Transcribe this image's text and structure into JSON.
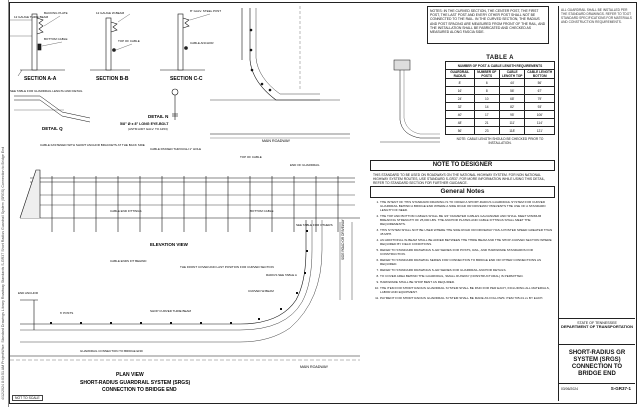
{
  "sidebar_text": "4/12/2024 8:03:51 AM   ProjectWise: Standard Drawings Library Roadway Standards S-GR37 Short Radius Guardrail System (SRGS) Connection to Bridge End",
  "sections": {
    "a_label": "SECTION A-A",
    "b_label": "SECTION B-B",
    "c_label": "SECTION C-C",
    "detail_q": "DETAIL Q",
    "detail_n": "DETAIL N",
    "detail_n_sub": "5/8\" Ø x 8\" LONG EYE-BOLT",
    "detail_n_sub2": "(ASTM A307 GALV. TO A153)",
    "detail_q_sub": "SEE TABLE FOR GUARDRAIL LENGTH AND DETAIL",
    "elevation_view": "ELEVATION VIEW",
    "plan_view": "PLAN VIEW",
    "plan_title_1": "SHORT-RADIUS GUARDRAIL SYSTEM (SRGS)",
    "plan_title_2": "CONNECTION TO BRIDGE END",
    "main_roadway": "MAIN ROADWAY",
    "side_road": "SIDE ROAD OR DRIVEWAY",
    "guardrail_conn": "GUARDRAIL CONNECTION TO BRIDGE END",
    "end_anchor": "END ANCHOR"
  },
  "callouts": {
    "a1": "12 GAUGE THRIE BEAM",
    "a2": "BACKING PLATE",
    "a3": "12 GAUGE W-BEAM",
    "a4": "8\" GALV. STEEL POST",
    "a5": "BOTTOM CABLE",
    "b1": "12 GAUGE W-BEAM",
    "b2": "TOP OF CABLE",
    "c1": "8\" GALV. STEEL POST",
    "c2": "CABLE ANCHOR",
    "e1": "CABLE FASTENED WITH SHORT ANCHOR BRACKETS AT THE BACK SIDE",
    "e2": "CABLE PASSED THROUGH 1\" HOLE",
    "e3": "TOP OF CABLE",
    "e4": "END OF GUARDRAIL",
    "e5": "BOTTOM CABLE",
    "e6": "CABLE END FITTINGS",
    "e7": "SEE TABLE FOR OTHERS",
    "p1": "THE FRONT COVER AND LAST POSITION FOR CURVED SECTION",
    "p2": "CABLE ENDS FIT BEHIND",
    "p3": "SHOP CURVED THRIE BEAM",
    "p4": "CURVED W-BEAM",
    "p5": "RADIUS SEE TABLE A",
    "p6": "6' POSTS"
  },
  "notes_box": "NOTES: IN THE CURVED SECTION, THE CENTER POST, THE FIRST POST, THE LAST POST AND EVERY OTHER POST SHALL NOT BE CONNECTED TO THE RAIL. IN THE CURVED SECTION, THE RADIUS AND POST SPACING ARE MEASURED FROM FRONT OF THE RAIL, AND THE INSTALLATION SHALL BE FABRICATED AND CHECKED AS MEASURED ALONG FASCIA SIDE.",
  "table_a": {
    "title": "TABLE A",
    "caption": "NUMBER OF POST & CABLE LENGTH REQUIREMENTS",
    "headers": [
      "GUARDRAIL RADIUS",
      "NUMBER OF POSTS",
      "CABLE LENGTH TOP",
      "CABLE LENGTH BOTTOM"
    ],
    "rows": [
      [
        "8'",
        "6",
        "44'",
        "56'"
      ],
      [
        "16'",
        "8",
        "56'",
        "67'"
      ],
      [
        "24'",
        "10",
        "68'",
        "79'"
      ],
      [
        "32'",
        "14",
        "82'",
        "93'"
      ],
      [
        "40'",
        "17",
        "95'",
        "106'"
      ],
      [
        "48'",
        "21",
        "111'",
        "114'"
      ],
      [
        "56'",
        "23",
        "118'",
        "121'"
      ]
    ],
    "note": "NOTE: CABLE LENGTH SHOULD BE CHECKED PRIOR TO INSTALLATION."
  },
  "note_to_designer": {
    "title": "NOTE TO DESIGNER",
    "text": "THIS STANDARD TO BE USED ON ROADWAYS ON THE NATIONAL HIGHWAY SYSTEM. FOR NON NATIONAL HIGHWAY SYSTEM ROUTES, USE STANDARD S-GR37. FOR MORE INFORMATION WHILE USING THIS DETAIL, REFER TO STANDARD SECTION FOR FURTHER GUIDANCE."
  },
  "general_notes": {
    "title": "General Notes",
    "items": [
      "THE INTENT OF THIS STANDARD DRAWING IS TO OFFER A SHORT-RADIUS GUARDRAIL SYSTEM FOR CURVED GUARDRAIL BEHIND A BRIDGE END WHERE A SIDE ROAD OR DRIVEWAY PREVENTS THE USE OF A STANDARD LENGTH OF NEED.",
      "THE TOP AND BOTTOM CABLES SHALL BE 3/4\" DIAMETER CABLES GALVANIZED AND SHALL MEET MINIMUM BREAKING STRENGTH OF 25,000 LBS. THE ANCHOR PLATES AND CABLE FITTINGS SHALL MEET THE REQUIREMENTS.",
      "THIS SYSTEM SHALL NOT BE USED WHERE THE SIDE ROAD OR DRIVEWAY HAS A POSTED SPEED GREATER THAN 45 MPH.",
      "AN ADDITIONAL W-BEAM SHALL BE ADDED BETWEEN THE THRIE BEAM AND THE SHOP-CURVED SECTION WHERE REQUIRED BY FIELD CONDITIONS.",
      "REFER TO STANDARD DRAWINGS S-GR SERIES FOR POSTS, RAIL, AND HARDWARE STANDARDS FOR CONSTRUCTION.",
      "REFER TO STANDARD DRAWING SERIES FOR CONNECTION TO BRIDGE END OR OTHER CONNECTIONS AS REQUIRED.",
      "REFER TO STANDARD DRAWINGS S-GR SERIES FOR GUARDRAIL ANCHOR DETAILS.",
      "TO COVER AREA BEHIND THE GUARDRAIL, SMALL RUNWAY (NONSTRUCTURAL) IS PERMITTED.",
      "HARDWARE SHALL BE SHOP BENT AS REQUIRED.",
      "THE ITEM FOR SHORT RADIUS GUARDRAIL SYSTEM SHALL BE PAID FOR PER EACH, INCLUDING ALL MATERIALS, LABOR AND EQUIPMENT.",
      "PAYMENT FOR SHORT RADIUS GUARDRAIL SYSTEM SHALL BE MADE AS FOLLOWS: ITEM 705-01.xx BY EACH."
    ]
  },
  "title_block": {
    "top_note": "ALL GUARDRAIL SHALL BE INSTALLED PER THE STANDARD DRAWINGS. REFER TO TDOT STANDARD SPECIFICATIONS FOR MATERIALS AND CONSTRUCTION REQUIREMENTS.",
    "state": "STATE OF TENNESSEE",
    "dept": "DEPARTMENT OF TRANSPORTATION",
    "title_1": "SHORT-RADIUS GR",
    "title_2": "SYSTEM (SRGS)",
    "title_3": "CONNECTION TO",
    "title_4": "BRIDGE END",
    "date": "03/06/2024",
    "dwg_no": "S-GR37-1"
  },
  "nts": "NOT TO SCALE"
}
